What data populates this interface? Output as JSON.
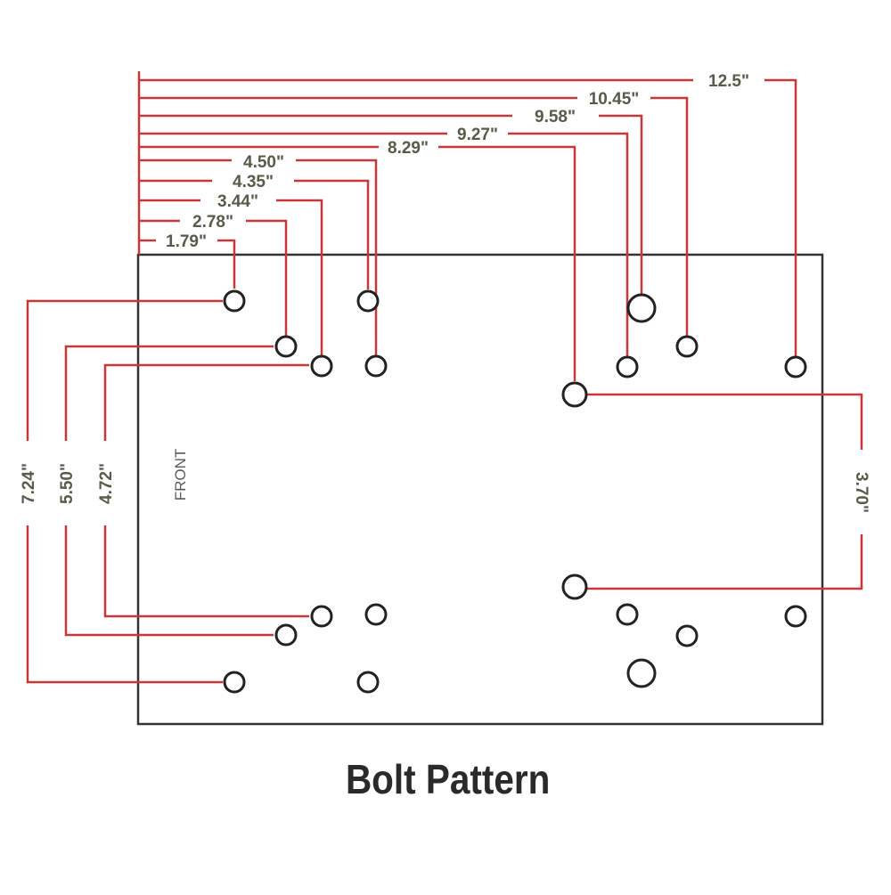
{
  "title": "Bolt Pattern",
  "front_label": "FRONT",
  "colors": {
    "dimension_line": "#c8383a",
    "outline": "#333333",
    "hole": "#222222"
  },
  "top_dimensions": [
    "1.79\"",
    "2.78\"",
    "3.44\"",
    "4.35\"",
    "4.50\"",
    "8.29\"",
    "9.27\"",
    "9.58\"",
    "10.45\"",
    "12.5\""
  ],
  "left_dimensions": [
    "7.24\"",
    "5.50\"",
    "4.72\""
  ],
  "right_dimension": "3.70\""
}
